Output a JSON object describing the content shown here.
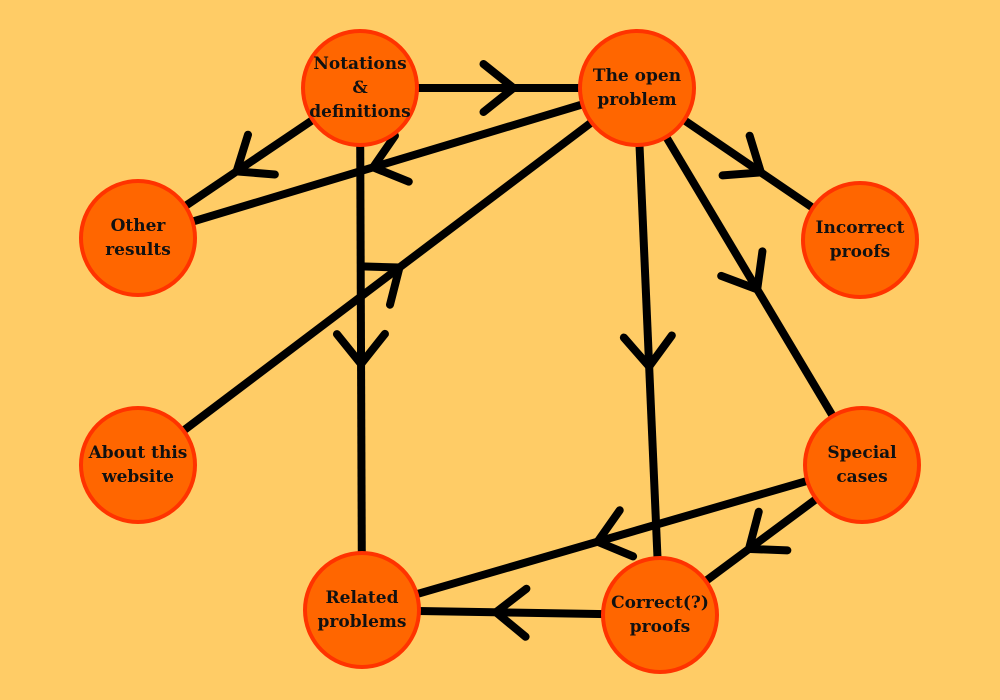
{
  "colors": {
    "background": "#FFCC66",
    "node_fill": "#FF6600",
    "node_border": "#FF3300",
    "edge": "#000000"
  },
  "nodes": [
    {
      "id": "notations",
      "label": "Notations &\ndefinitions"
    },
    {
      "id": "open",
      "label": "The open\nproblem"
    },
    {
      "id": "other",
      "label": "Other\nresults"
    },
    {
      "id": "incorrect",
      "label": "Incorrect\nproofs"
    },
    {
      "id": "about",
      "label": "About this\nwebsite"
    },
    {
      "id": "special",
      "label": "Special\ncases"
    },
    {
      "id": "related",
      "label": "Related\nproblems"
    },
    {
      "id": "correct",
      "label": "Correct(?)\nproofs"
    }
  ],
  "edges": [
    {
      "from": "notations",
      "to": "open"
    },
    {
      "from": "notations",
      "to": "other"
    },
    {
      "from": "notations",
      "to": "related"
    },
    {
      "from": "open",
      "to": "other"
    },
    {
      "from": "open",
      "to": "incorrect"
    },
    {
      "from": "open",
      "to": "special"
    },
    {
      "from": "open",
      "to": "correct"
    },
    {
      "from": "about",
      "to": "open"
    },
    {
      "from": "special",
      "to": "related"
    },
    {
      "from": "special",
      "to": "correct"
    },
    {
      "from": "correct",
      "to": "related"
    }
  ]
}
